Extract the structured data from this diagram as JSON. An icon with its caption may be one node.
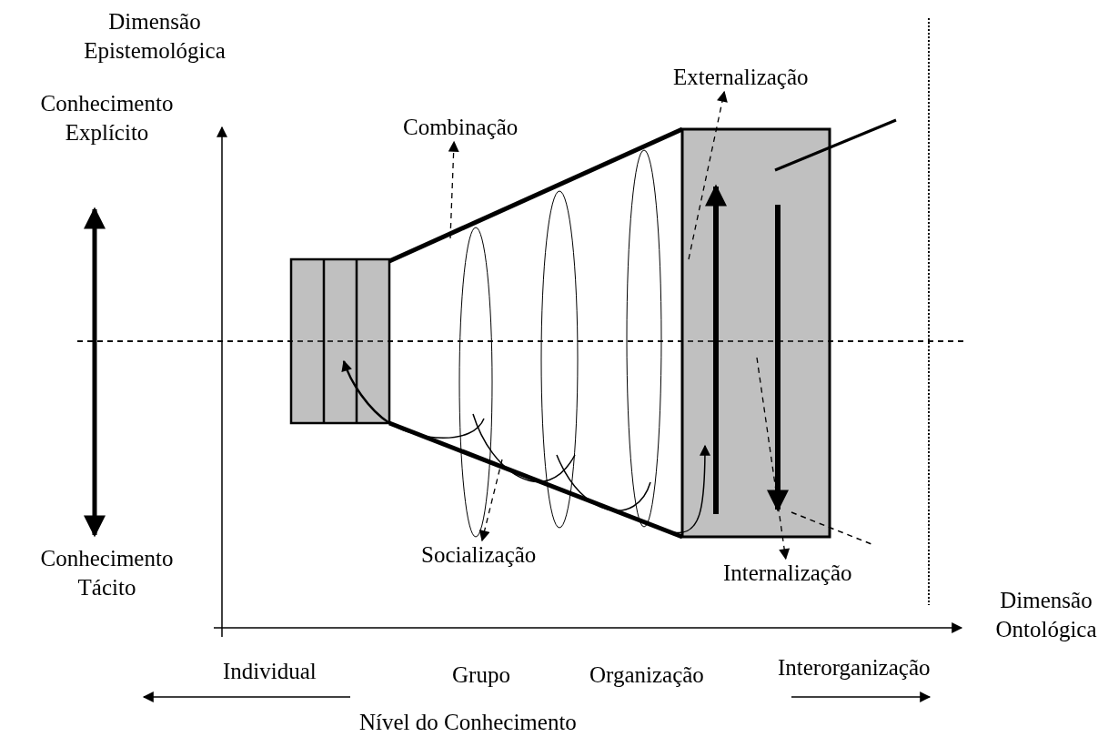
{
  "diagram": {
    "nodes": [
      {
        "text": [
          "Combinação"
        ]
      },
      {
        "text": [
          "Socialização"
        ]
      },
      {
        "text": [
          "Externalização"
        ]
      },
      {
        "text": [
          "Internalização"
        ]
      }
    ],
    "edges": [
      {
        "from": null,
        "to": 0,
        "arrow": "to",
        "style": "dashed"
      },
      {
        "from": null,
        "to": 1,
        "arrow": "to",
        "style": "dashed"
      },
      {
        "from": null,
        "to": 2,
        "arrow": "to",
        "style": "dashed"
      },
      {
        "from": null,
        "to": 3,
        "arrow": "to",
        "style": "dashed"
      }
    ],
    "labels": [
      "Dimensão Epistemológica",
      "Conhecimento Explícito",
      "Conhecimento Tácito",
      "Dimensão Ontológica",
      "Individual",
      "Grupo",
      "Organização",
      "Interorganização",
      "Nível do Conhecimento"
    ]
  }
}
